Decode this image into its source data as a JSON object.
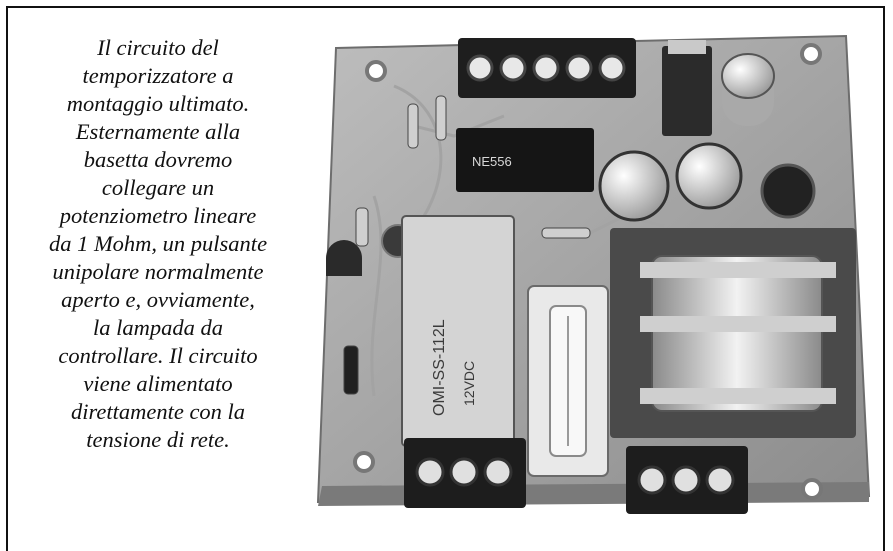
{
  "caption": {
    "lines": [
      "Il circuito del",
      "temporizzatore a",
      "montaggio ultimato.",
      "Esternamente alla",
      "basetta dovremo",
      "collegare un",
      "potenziometro lineare",
      "da 1 Mohm, un pulsante",
      "unipolare normalmente",
      "aperto e, ovviamente,",
      "la lampada da",
      "controllare. Il circuito",
      "viene alimentato",
      "direttamente con la",
      "tensione di rete."
    ]
  },
  "photo": {
    "ic_marking": "NE556",
    "relay_marking_1": "OMI-SS-112L",
    "relay_marking_2": "12VDC"
  }
}
